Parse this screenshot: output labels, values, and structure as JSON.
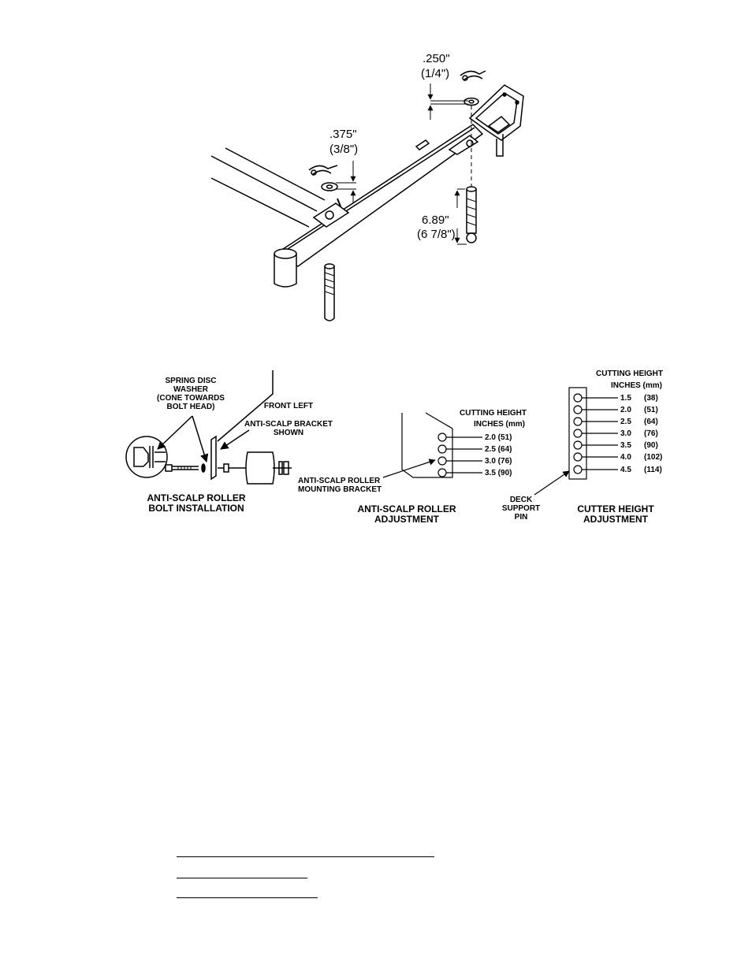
{
  "diagram": {
    "dims": {
      "d250": ".250\"",
      "d250_frac": "(1/4\")",
      "d375": ".375\"",
      "d375_frac": "(3/8\")",
      "d689": "6.89\"",
      "d689_frac": "(6 7/8\")"
    },
    "bolt_installation": {
      "spring_line1": "SPRING DISC",
      "spring_line2": "WASHER",
      "spring_line3": "(CONE TOWARDS",
      "spring_line4": "BOLT HEAD)",
      "front_line1": "FRONT LEFT",
      "front_line2": "ANTI-SCALP BRACKET",
      "front_line3": "SHOWN",
      "title_line1": "ANTI-SCALP ROLLER",
      "title_line2": "BOLT INSTALLATION"
    },
    "roller_adjustment": {
      "header_line1": "CUTTING HEIGHT",
      "header_line2": "INCHES (mm)",
      "rows": [
        "2.0 (51)",
        "2.5 (64)",
        "3.0 (76)",
        "3.5 (90)"
      ],
      "bracket_line1": "ANTI-SCALP ROLLER",
      "bracket_line2": "MOUNTING BRACKET",
      "title_line1": "ANTI-SCALP ROLLER",
      "title_line2": "ADJUSTMENT"
    },
    "cutter_height": {
      "header_line1": "CUTTING HEIGHT",
      "header_line2": "INCHES (mm)",
      "rows": [
        {
          "inches": "1.5",
          "mm": "(38)"
        },
        {
          "inches": "2.0",
          "mm": "(51)"
        },
        {
          "inches": "2.5",
          "mm": "(64)"
        },
        {
          "inches": "3.0",
          "mm": "(76)"
        },
        {
          "inches": "3.5",
          "mm": "(90)"
        },
        {
          "inches": "4.0",
          "mm": "(102)"
        },
        {
          "inches": "4.5",
          "mm": "(114)"
        }
      ],
      "pin_line1": "DECK",
      "pin_line2": "SUPPORT",
      "pin_line3": "PIN",
      "title_line1": "CUTTER HEIGHT",
      "title_line2": "ADJUSTMENT"
    }
  }
}
